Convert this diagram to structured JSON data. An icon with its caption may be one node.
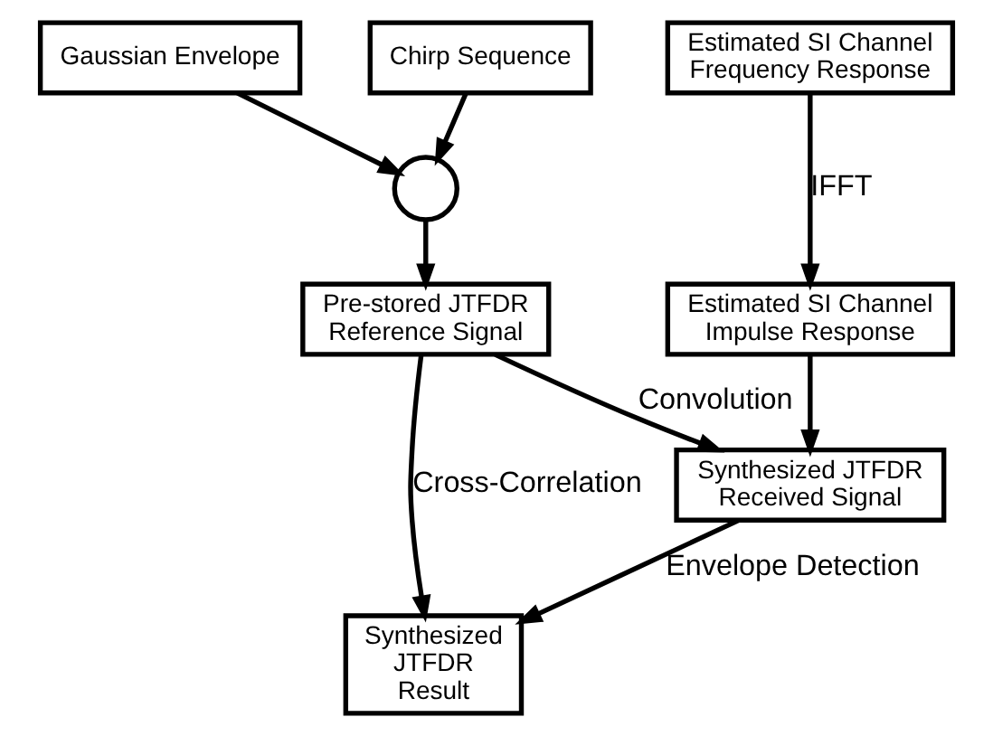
{
  "diagram": {
    "nodes": [
      {
        "text": [
          "Gaussian Envelope"
        ]
      },
      {
        "text": [
          "Chirp Sequence"
        ]
      },
      {
        "text": [
          "Estimated SI Channel Frequency Response"
        ]
      },
      {
        "text": [],
        "shape": "circle"
      },
      {
        "text": [
          "Pre-stored JTFDR Reference Signal"
        ]
      },
      {
        "text": [
          "Estimated SI Channel Impulse Response"
        ]
      },
      {
        "text": [
          "Synthesized JTFDR Received Signal"
        ]
      },
      {
        "text": [
          "Synthesized JTFDR Result"
        ]
      }
    ],
    "edges": [
      {
        "from": 0,
        "to": 3,
        "arrow": "to"
      },
      {
        "from": 1,
        "to": 3,
        "arrow": "to"
      },
      {
        "from": 3,
        "to": 4,
        "arrow": "to"
      },
      {
        "from": 2,
        "to": 5,
        "arrow": "to",
        "label": "IFFT"
      },
      {
        "from": 4,
        "to": 6,
        "arrow": "to",
        "label": "Convolution"
      },
      {
        "from": 5,
        "to": 6,
        "arrow": "to"
      },
      {
        "from": 4,
        "to": 7,
        "arrow": "to",
        "label": "Cross-Correlation"
      },
      {
        "from": 6,
        "to": 7,
        "arrow": "to",
        "label": "Envelope Detection"
      }
    ]
  }
}
